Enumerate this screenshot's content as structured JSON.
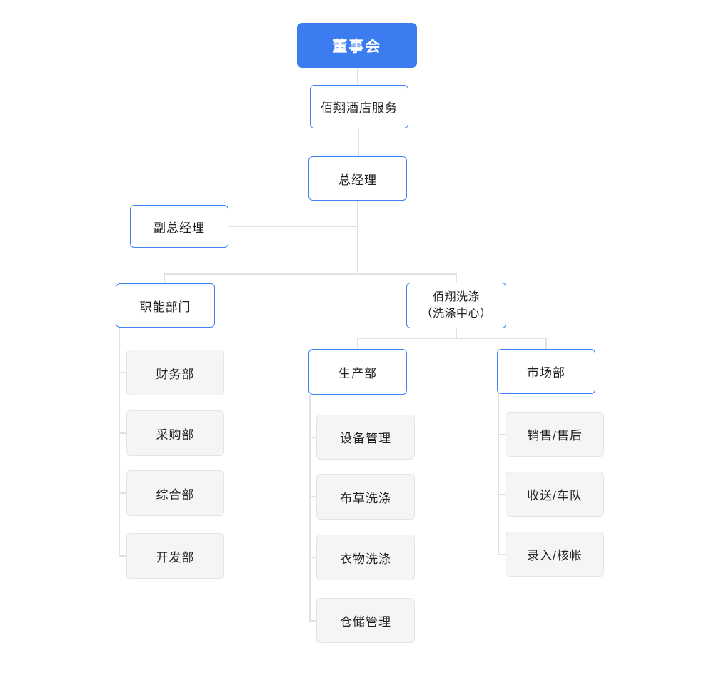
{
  "nodes": {
    "board": "董事会",
    "hotel_service": "佰翔酒店服务",
    "general_manager": "总经理",
    "deputy_general_manager": "副总经理",
    "functional_departments": "职能部门",
    "laundry_line1": "佰翔洗涤",
    "laundry_line2": "（洗涤中心）",
    "finance": "财务部",
    "purchasing": "采购部",
    "general_affairs": "综合部",
    "development": "开发部",
    "production": "生产部",
    "equipment_mgmt": "设备管理",
    "linen_washing": "布草洗涤",
    "clothes_washing": "衣物洗涤",
    "warehouse_mgmt": "仓储管理",
    "marketing": "市场部",
    "sales_aftersales": "销售/售后",
    "pickup_fleet": "收送/车队",
    "entry_accounting": "录入/核帐"
  },
  "hierarchy": {
    "root": "董事会",
    "children": [
      {
        "label": "佰翔酒店服务",
        "children": [
          {
            "label": "总经理",
            "children": [
              {
                "label": "副总经理"
              },
              {
                "label": "职能部门",
                "children": [
                  {
                    "label": "财务部"
                  },
                  {
                    "label": "采购部"
                  },
                  {
                    "label": "综合部"
                  },
                  {
                    "label": "开发部"
                  }
                ]
              },
              {
                "label": "佰翔洗涤（洗涤中心）",
                "children": [
                  {
                    "label": "生产部",
                    "children": [
                      {
                        "label": "设备管理"
                      },
                      {
                        "label": "布草洗涤"
                      },
                      {
                        "label": "衣物洗涤"
                      },
                      {
                        "label": "仓储管理"
                      }
                    ]
                  },
                  {
                    "label": "市场部",
                    "children": [
                      {
                        "label": "销售/售后"
                      },
                      {
                        "label": "收送/车队"
                      },
                      {
                        "label": "录入/核帐"
                      }
                    ]
                  }
                ]
              }
            ]
          }
        ]
      }
    ]
  },
  "colors": {
    "primary_fill": "#3b7cf0",
    "primary_text": "#ffffff",
    "outline_border": "#3d82f4",
    "leaf_fill": "#f5f5f5",
    "leaf_border": "#e4e4e4",
    "connector": "#e1e1e1",
    "text": "#202020",
    "background": "#ffffff"
  }
}
